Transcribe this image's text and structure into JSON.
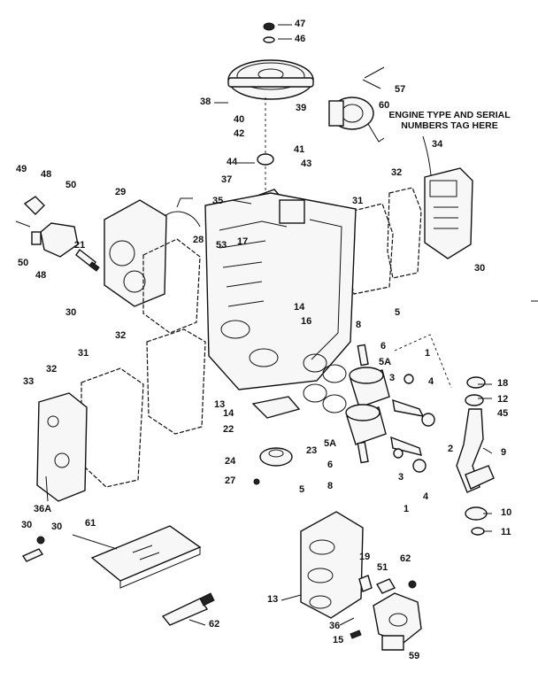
{
  "note": "ENGINE TYPE AND SERIAL NUMBERS TAG HERE",
  "callouts": [
    "47",
    "46",
    "57",
    "38",
    "60",
    "39",
    "40",
    "42",
    "41",
    "43",
    "44",
    "37",
    "35",
    "34",
    "49",
    "48",
    "50",
    "29",
    "28",
    "21",
    "53",
    "17",
    "32",
    "31",
    "50",
    "48",
    "30",
    "30",
    "14",
    "16",
    "8",
    "5",
    "6",
    "5A",
    "1",
    "3",
    "4",
    "18",
    "12",
    "45",
    "9",
    "2",
    "32",
    "31",
    "33",
    "13",
    "14",
    "22",
    "32",
    "5A",
    "24",
    "23",
    "6",
    "27",
    "5",
    "8",
    "3",
    "4",
    "1",
    "10",
    "11",
    "36A",
    "30",
    "30",
    "61",
    "19",
    "51",
    "62",
    "13",
    "36",
    "15",
    "62",
    "59"
  ]
}
